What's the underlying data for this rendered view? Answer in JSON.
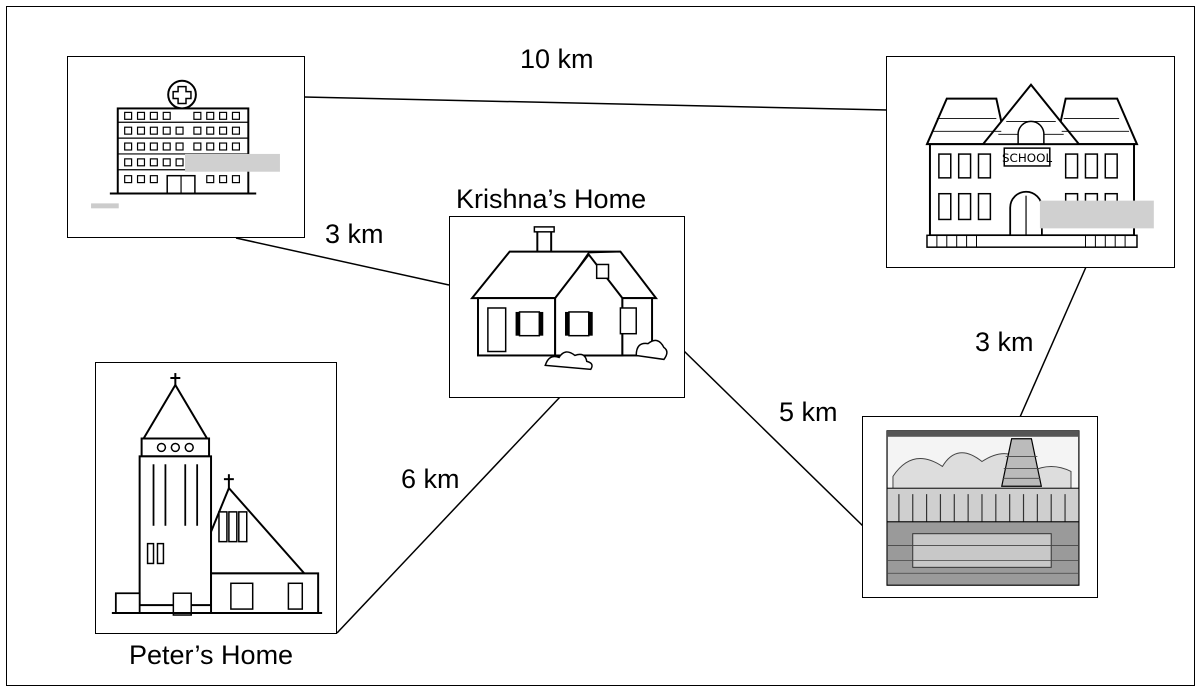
{
  "places": {
    "hospital": {
      "icon": "hospital-icon"
    },
    "school": {
      "icon": "school-icon",
      "sign": "SCHOOL"
    },
    "krishna_home": {
      "icon": "house-icon",
      "label": "Krishna’s  Home"
    },
    "peter_home": {
      "icon": "church-icon",
      "label": "Peter’s  Home"
    },
    "temple": {
      "icon": "temple-icon"
    }
  },
  "distances": {
    "hospital_school": "10 km",
    "hospital_krishna": "3 km",
    "school_temple": "3 km",
    "krishna_temple": "5 km",
    "krishna_peter": "6 km"
  }
}
